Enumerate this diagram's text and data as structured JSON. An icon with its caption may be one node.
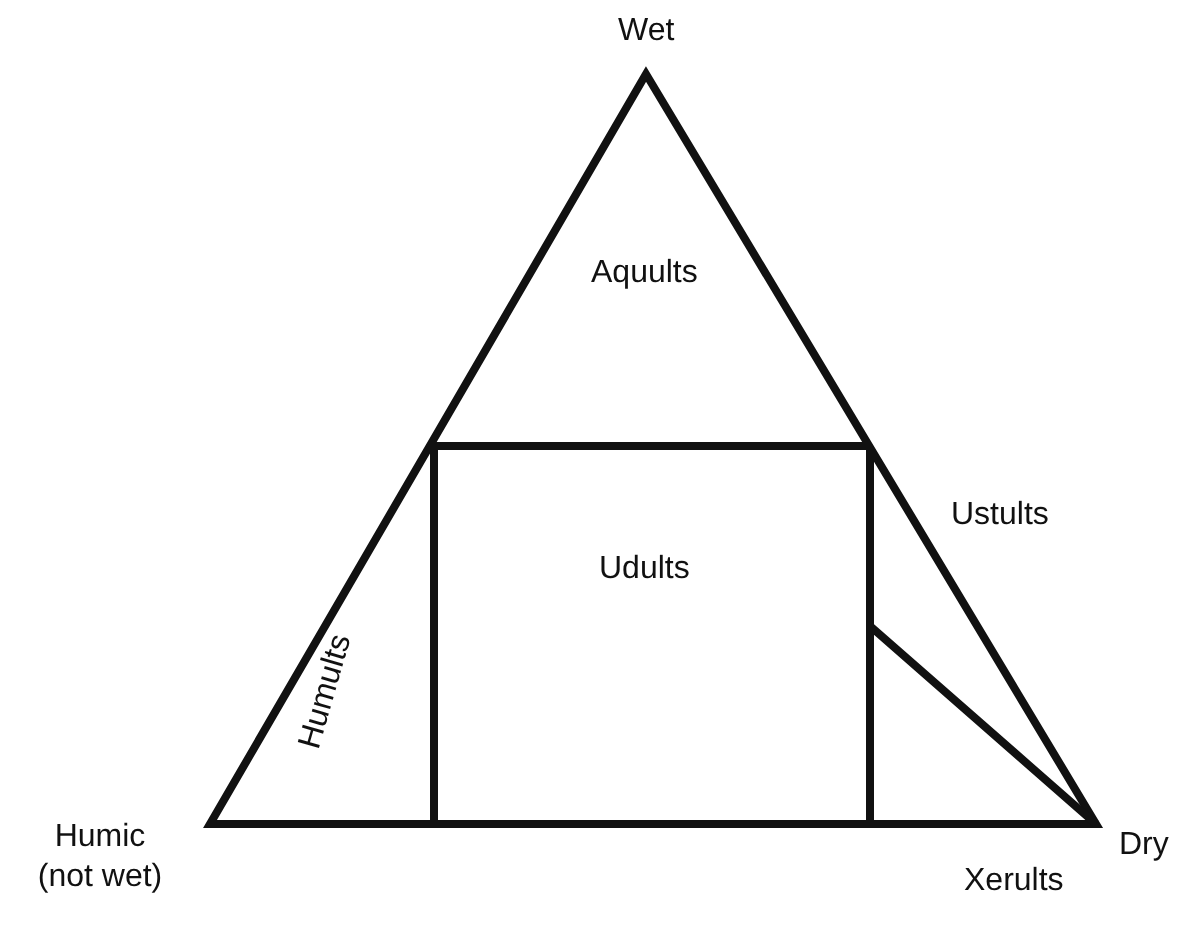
{
  "diagram": {
    "labels": [
      "Wet",
      "Aquults",
      "Ustults",
      "Udults",
      "Humults",
      "Dry",
      "Humic (not wet)",
      "Xerults"
    ]
  }
}
